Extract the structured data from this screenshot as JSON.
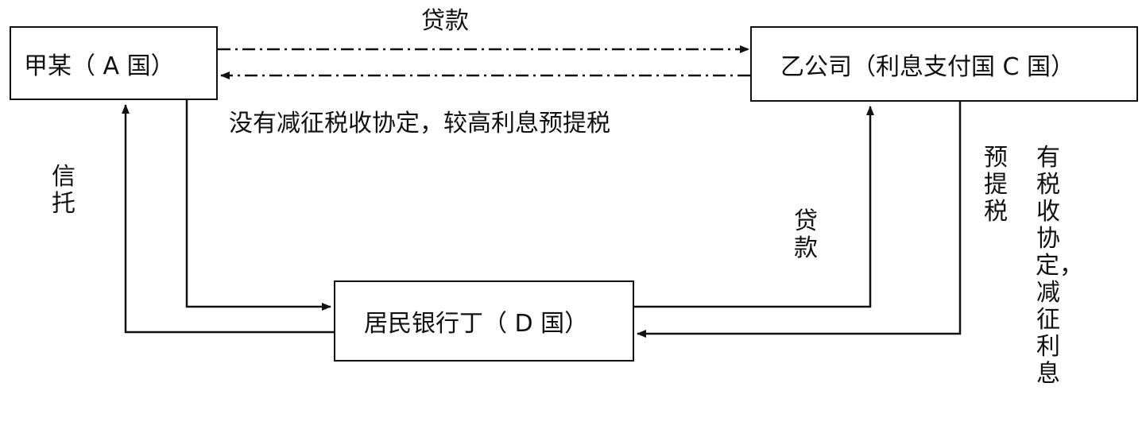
{
  "nodes": {
    "a": "甲某（ A 国）",
    "c": "乙公司（利息支付国 C 国）",
    "d": "居民银行丁（ D 国）"
  },
  "labels": {
    "top_loan": "贷款",
    "no_treaty": "没有减征税收协定，较高利息预提税",
    "trust": "信托",
    "right_loan": "贷款",
    "withholding": "预提税",
    "treaty_reduce": "有税收协定，减征利息"
  },
  "colors": {
    "line": "#111111"
  }
}
